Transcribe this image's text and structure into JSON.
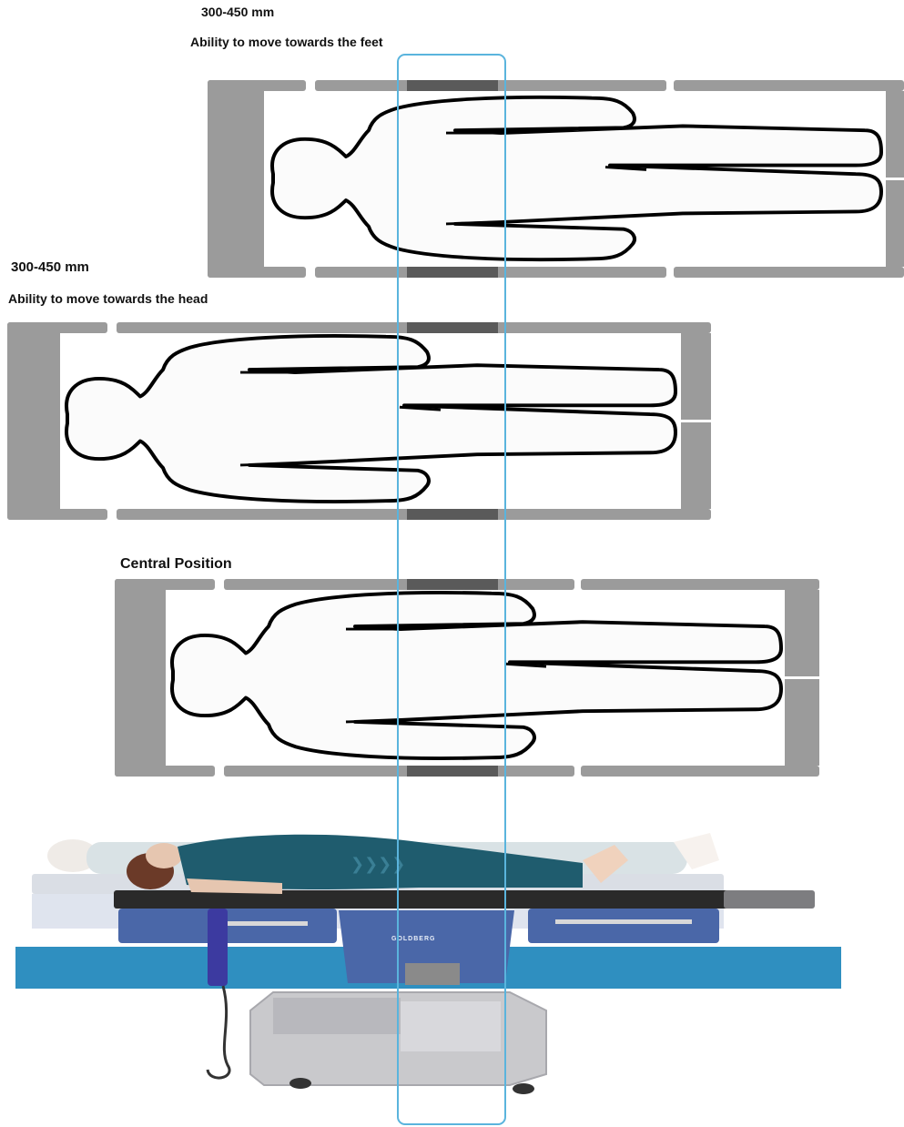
{
  "labels": {
    "top_range": "300-450 mm",
    "top_caption": "Ability to move towards the feet",
    "middle_range": "300-450 mm",
    "middle_caption": "Ability to move towards  the head",
    "central_caption": "Central Position"
  },
  "brand": "GOLDBERG",
  "colors": {
    "table_grey": "#9b9b9b",
    "center_segment": "#5a5a5a",
    "highlight_outline": "#5ab4dd",
    "floor_band": "#2f8fc0",
    "body_outline": "#000000"
  }
}
